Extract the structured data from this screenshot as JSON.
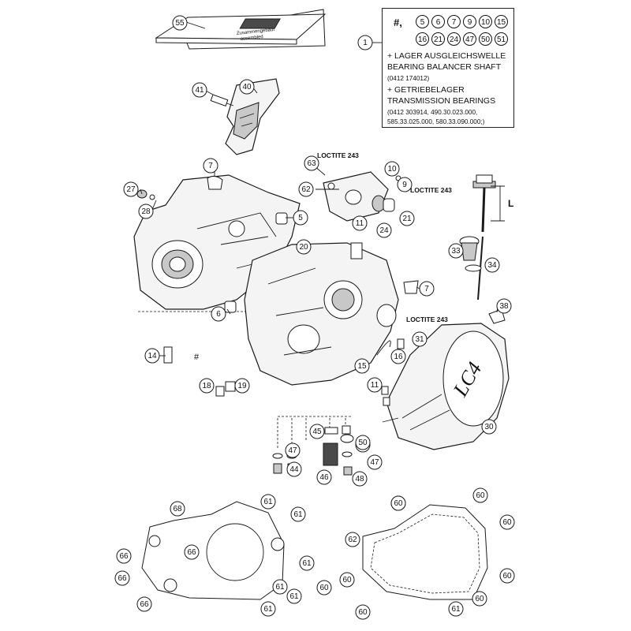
{
  "info_box": {
    "hash_label": "#,",
    "numbers_row1": [
      "5",
      "6",
      "7",
      "9",
      "10",
      "15"
    ],
    "numbers_row2": [
      "16",
      "21",
      "24",
      "47",
      "50",
      "51"
    ],
    "line1": "+ LAGER AUSGLEICHSWELLE",
    "line2": "BEARING BALANCER SHAFT",
    "line3": "(0412 174012)",
    "line4": "+ GETRIEBELAGER",
    "line5": "TRANSMISSION BEARINGS",
    "line6": "(0412 303914, 490.30.023.000,",
    "line7": "585.33.025.000, 580.33.090.000;)"
  },
  "callouts": [
    "55",
    "1",
    "41",
    "40",
    "7",
    "63",
    "10",
    "9",
    "27",
    "62",
    "28",
    "5",
    "11",
    "21",
    "24",
    "20",
    "33",
    "34",
    "6",
    "7",
    "38",
    "14",
    "15",
    "16",
    "31",
    "11",
    "18",
    "19",
    "30",
    "45",
    "51",
    "47",
    "50",
    "44",
    "46",
    "47",
    "48",
    "68",
    "61",
    "61",
    "60",
    "60",
    "66",
    "61",
    "60",
    "62",
    "60",
    "66",
    "61",
    "60",
    "66",
    "61",
    "60",
    "60",
    "66",
    "61",
    "60",
    "61",
    "60"
  ],
  "labels": {
    "loctite_a": "LOCTITE 243",
    "loctite_b": "LOCTITE 243",
    "loctite_c": "LOCTITE 243",
    "length_label": "L",
    "hash_mark": "#",
    "logo_text": "LC4",
    "card_text_a": "Zusammengebaut",
    "card_text_b": "assembled"
  },
  "colors": {
    "line": "#1a1a1a",
    "fill_light": "#f4f4f4",
    "fill_mid": "#c8c8c8",
    "fill_dark": "#5a5a5a"
  }
}
